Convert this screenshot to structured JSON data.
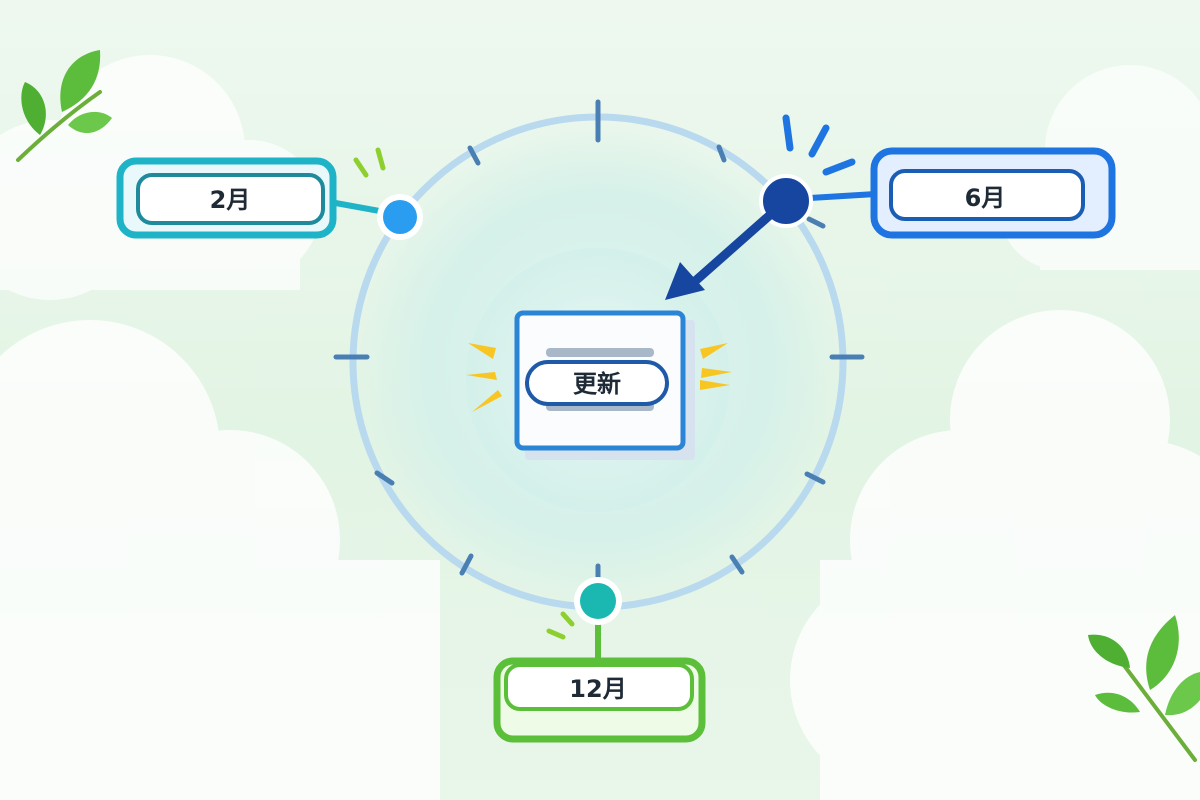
{
  "labels": {
    "feb": "2月",
    "jun": "6月",
    "dec": "12月",
    "center": "更新"
  },
  "colors": {
    "background": "#e6f5e7",
    "ring": "#b9d9ef",
    "tick": "#4a7fb3",
    "feb_accent": "#1fb3c8",
    "feb_dot": "#2a9df0",
    "jun_accent": "#1e74e0",
    "jun_dot": "#1646a0",
    "dec_accent": "#5cbf3a",
    "dec_dot": "#1ab8b0",
    "center_border": "#2a85d6",
    "arrow": "#1646a0",
    "spark_yellow": "#f7c623",
    "leaf": "#5cbd3c"
  }
}
